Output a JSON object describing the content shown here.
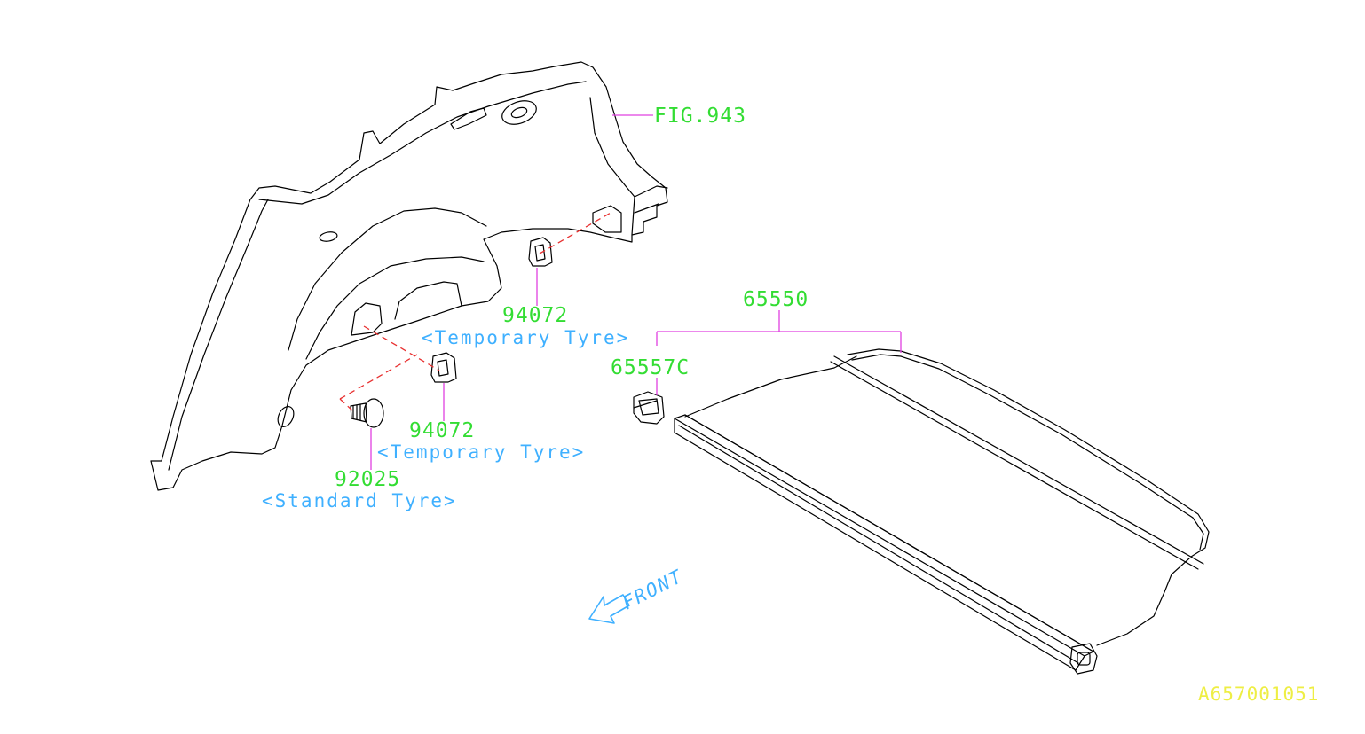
{
  "labels": {
    "fig_ref": "FIG.943",
    "hook_upper_part": "94072",
    "hook_upper_note": "<Temporary Tyre>",
    "hook_lower_part": "94072",
    "hook_lower_note": "<Temporary Tyre>",
    "clip_part": "92025",
    "clip_note": "<Standard Tyre>",
    "cover_part": "65550",
    "holder_part": "65557C",
    "front_label": "FRONT",
    "diagram_id": "A657001051"
  },
  "colors": {
    "part_number": "#33dd33",
    "note_text": "#3fb0ff",
    "leader_line": "#e040e0",
    "alignment_line": "#e83030",
    "diagram_id": "#eeee44",
    "outline": "#000000"
  }
}
